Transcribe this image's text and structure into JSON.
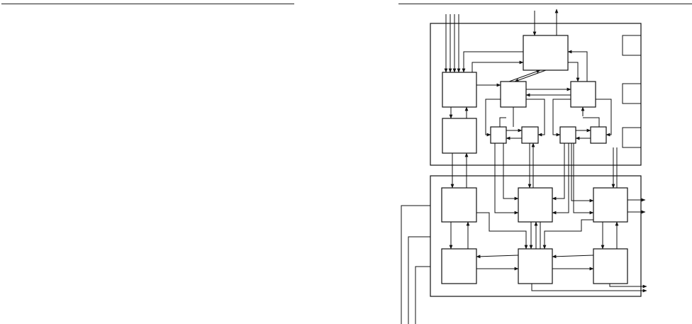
{
  "document": {
    "type": "patent-figure",
    "colors": {
      "line": "#111111",
      "background": "#ffffff"
    }
  },
  "diagram": {
    "enclosures": [
      {
        "name": "upper-module-enclosure"
      },
      {
        "name": "lower-module-enclosure"
      }
    ],
    "blocks": [
      {
        "name": "block-a1"
      },
      {
        "name": "block-b1"
      },
      {
        "name": "block-c1"
      },
      {
        "name": "block-c2"
      },
      {
        "name": "block-b2"
      },
      {
        "name": "block-d1"
      },
      {
        "name": "block-d2"
      },
      {
        "name": "block-d3"
      },
      {
        "name": "block-d4"
      },
      {
        "name": "block-e1"
      },
      {
        "name": "block-e2"
      },
      {
        "name": "block-e3"
      },
      {
        "name": "block-f1"
      },
      {
        "name": "block-f2"
      },
      {
        "name": "block-f3"
      }
    ]
  }
}
